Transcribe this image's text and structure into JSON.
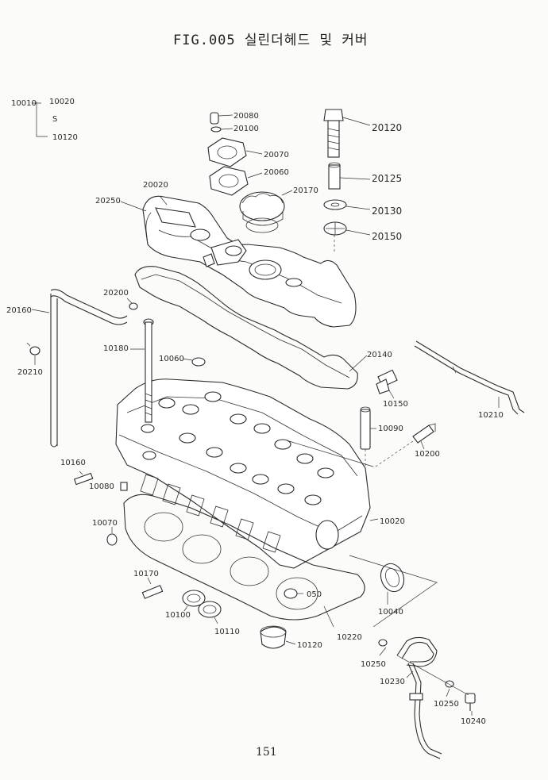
{
  "title": "FIG.005 실린더헤드 및 커버",
  "page_number": "151",
  "group_ref": {
    "top_left": "10010",
    "range_start": "10020",
    "tilde": "S",
    "range_end": "10120"
  },
  "labels": {
    "l20080": "20080",
    "l20100": "20100",
    "l20070": "20070",
    "l20060": "20060",
    "l20170": "20170",
    "l20020": "20020",
    "l20250": "20250",
    "l20120": "20120",
    "l20125": "20125",
    "l20130": "20130",
    "l20150": "20150",
    "l20200": "20200",
    "l20160": "20160",
    "l20140": "20140",
    "l10180": "10180",
    "l10060": "10060",
    "l20210": "20210",
    "l10150": "10150",
    "l10210": "10210",
    "l10090": "10090",
    "l10200": "10200",
    "l10160": "10160",
    "l10080": "10080",
    "l10070": "10070",
    "l10020": "10020",
    "l10170": "10170",
    "l050": "050",
    "l10040": "10040",
    "l10100": "10100",
    "l10110": "10110",
    "l10120": "10120",
    "l10220": "10220",
    "l10250a": "10250",
    "l10230": "10230",
    "l10250b": "10250",
    "l10240": "10240"
  }
}
